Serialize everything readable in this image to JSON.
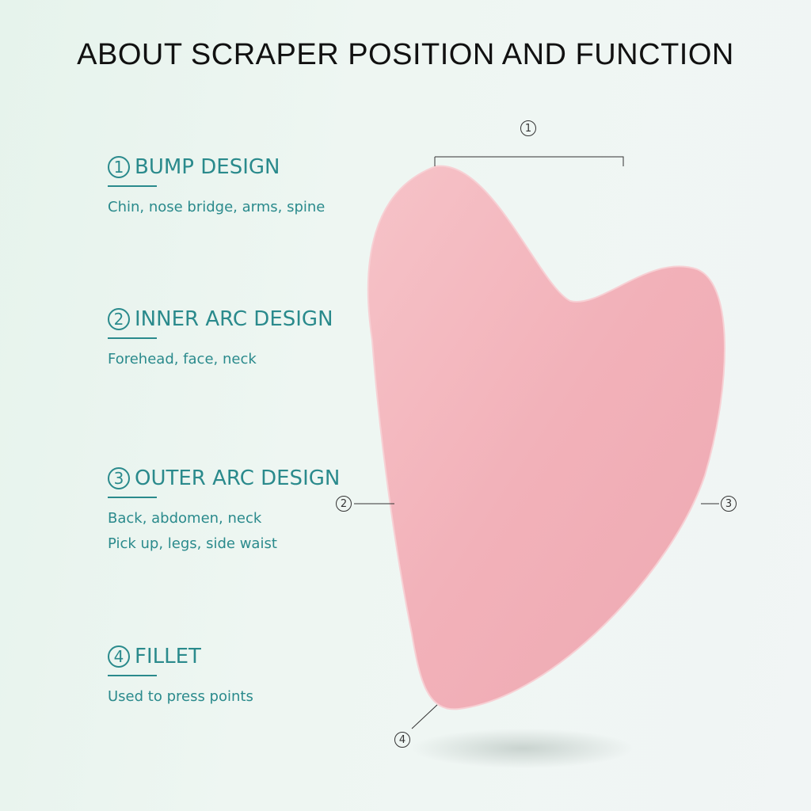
{
  "title": "ABOUT SCRAPER POSITION AND FUNCTION",
  "sections": [
    {
      "num": "1",
      "heading": "BUMP DESIGN",
      "desc": [
        "Chin, nose bridge, arms, spine"
      ]
    },
    {
      "num": "2",
      "heading": "INNER ARC DESIGN",
      "desc": [
        "Forehead, face, neck"
      ]
    },
    {
      "num": "3",
      "heading": "OUTER ARC DESIGN",
      "desc": [
        "Back, abdomen, neck",
        "Pick up, legs, side waist"
      ]
    },
    {
      "num": "4",
      "heading": "FILLET",
      "desc": [
        "Used to press points"
      ]
    }
  ],
  "callouts": [
    "1",
    "2",
    "3",
    "4"
  ],
  "colors": {
    "accent": "#2a8a8c",
    "stone": "#f2b5bd"
  }
}
